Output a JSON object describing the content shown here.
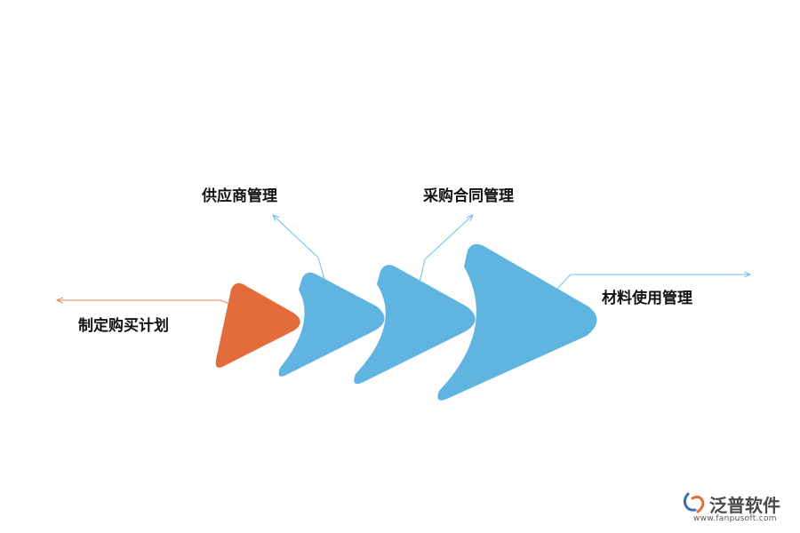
{
  "colors": {
    "first_step": "#e46b3c",
    "steps": "#5fb5e0",
    "line_orange": "#e8844f",
    "line_blue": "#6cbfe3"
  },
  "steps": [
    {
      "label": "制定购买计划",
      "color_key": "first_step"
    },
    {
      "label": "供应商管理",
      "color_key": "steps"
    },
    {
      "label": "采购合同管理",
      "color_key": "steps"
    },
    {
      "label": "材料使用管理",
      "color_key": "steps"
    }
  ],
  "logo": {
    "brand": "泛普软件",
    "url": "www.fanpusoft.com",
    "icon": "fanpu-logo-icon"
  }
}
